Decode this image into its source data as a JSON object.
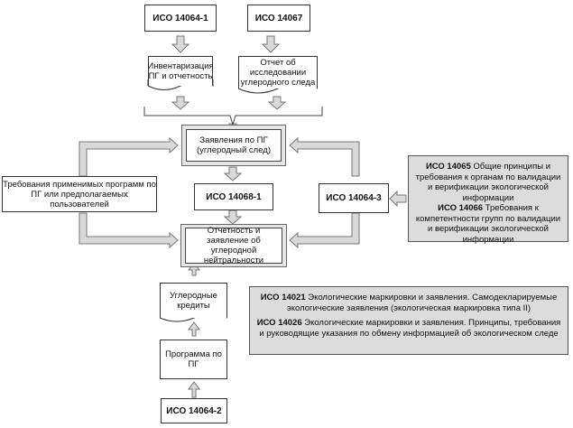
{
  "nodes": {
    "iso_14064_1": "ИСО 14064-1",
    "iso_14067": "ИСО 14067",
    "inventory": "Инвентаризация ПГ и отчетность",
    "carbon_report": "Отчет об исследовании углеродного следа",
    "claims": "Заявления по ПГ (углеродный след)",
    "iso_14068_1": "ИСО 14068-1",
    "iso_14064_3": "ИСО 14064-3",
    "requirements": "Требования применимых программ по ПГ или предполагаемых пользователей",
    "neutrality": "Отчетность и заявление об углеродной нейтральности",
    "credits": "Углеродные кредиты",
    "program": "Программа по ПГ",
    "iso_14064_2": "ИСО 14064-2"
  },
  "validation_panel": {
    "iso_14065_code": "ИСО 14065",
    "iso_14065_text": "Общие принципы и требования к органам по валидации и верификации экологической информации",
    "iso_14066_code": "ИСО 14066",
    "iso_14066_text": "Требования к компетентности групп по валидации и верификации экологической информации"
  },
  "labels_panel": {
    "iso_14021_code": "ИСО 14021",
    "iso_14021_text": "Экологические маркировки и заявления. Самодекларируемые экологические заявления (экологическая маркировка типа II)",
    "iso_14026_code": "ИСО 14026",
    "iso_14026_text": "Экологические маркировки и заявления. Принципы, требования и руководящие указания по обмену информацией об экологическом следе"
  },
  "colors": {
    "arrow_fill": "#d9d9d9",
    "arrow_stroke": "#777777",
    "panel_fill": "#dcdcdc"
  }
}
